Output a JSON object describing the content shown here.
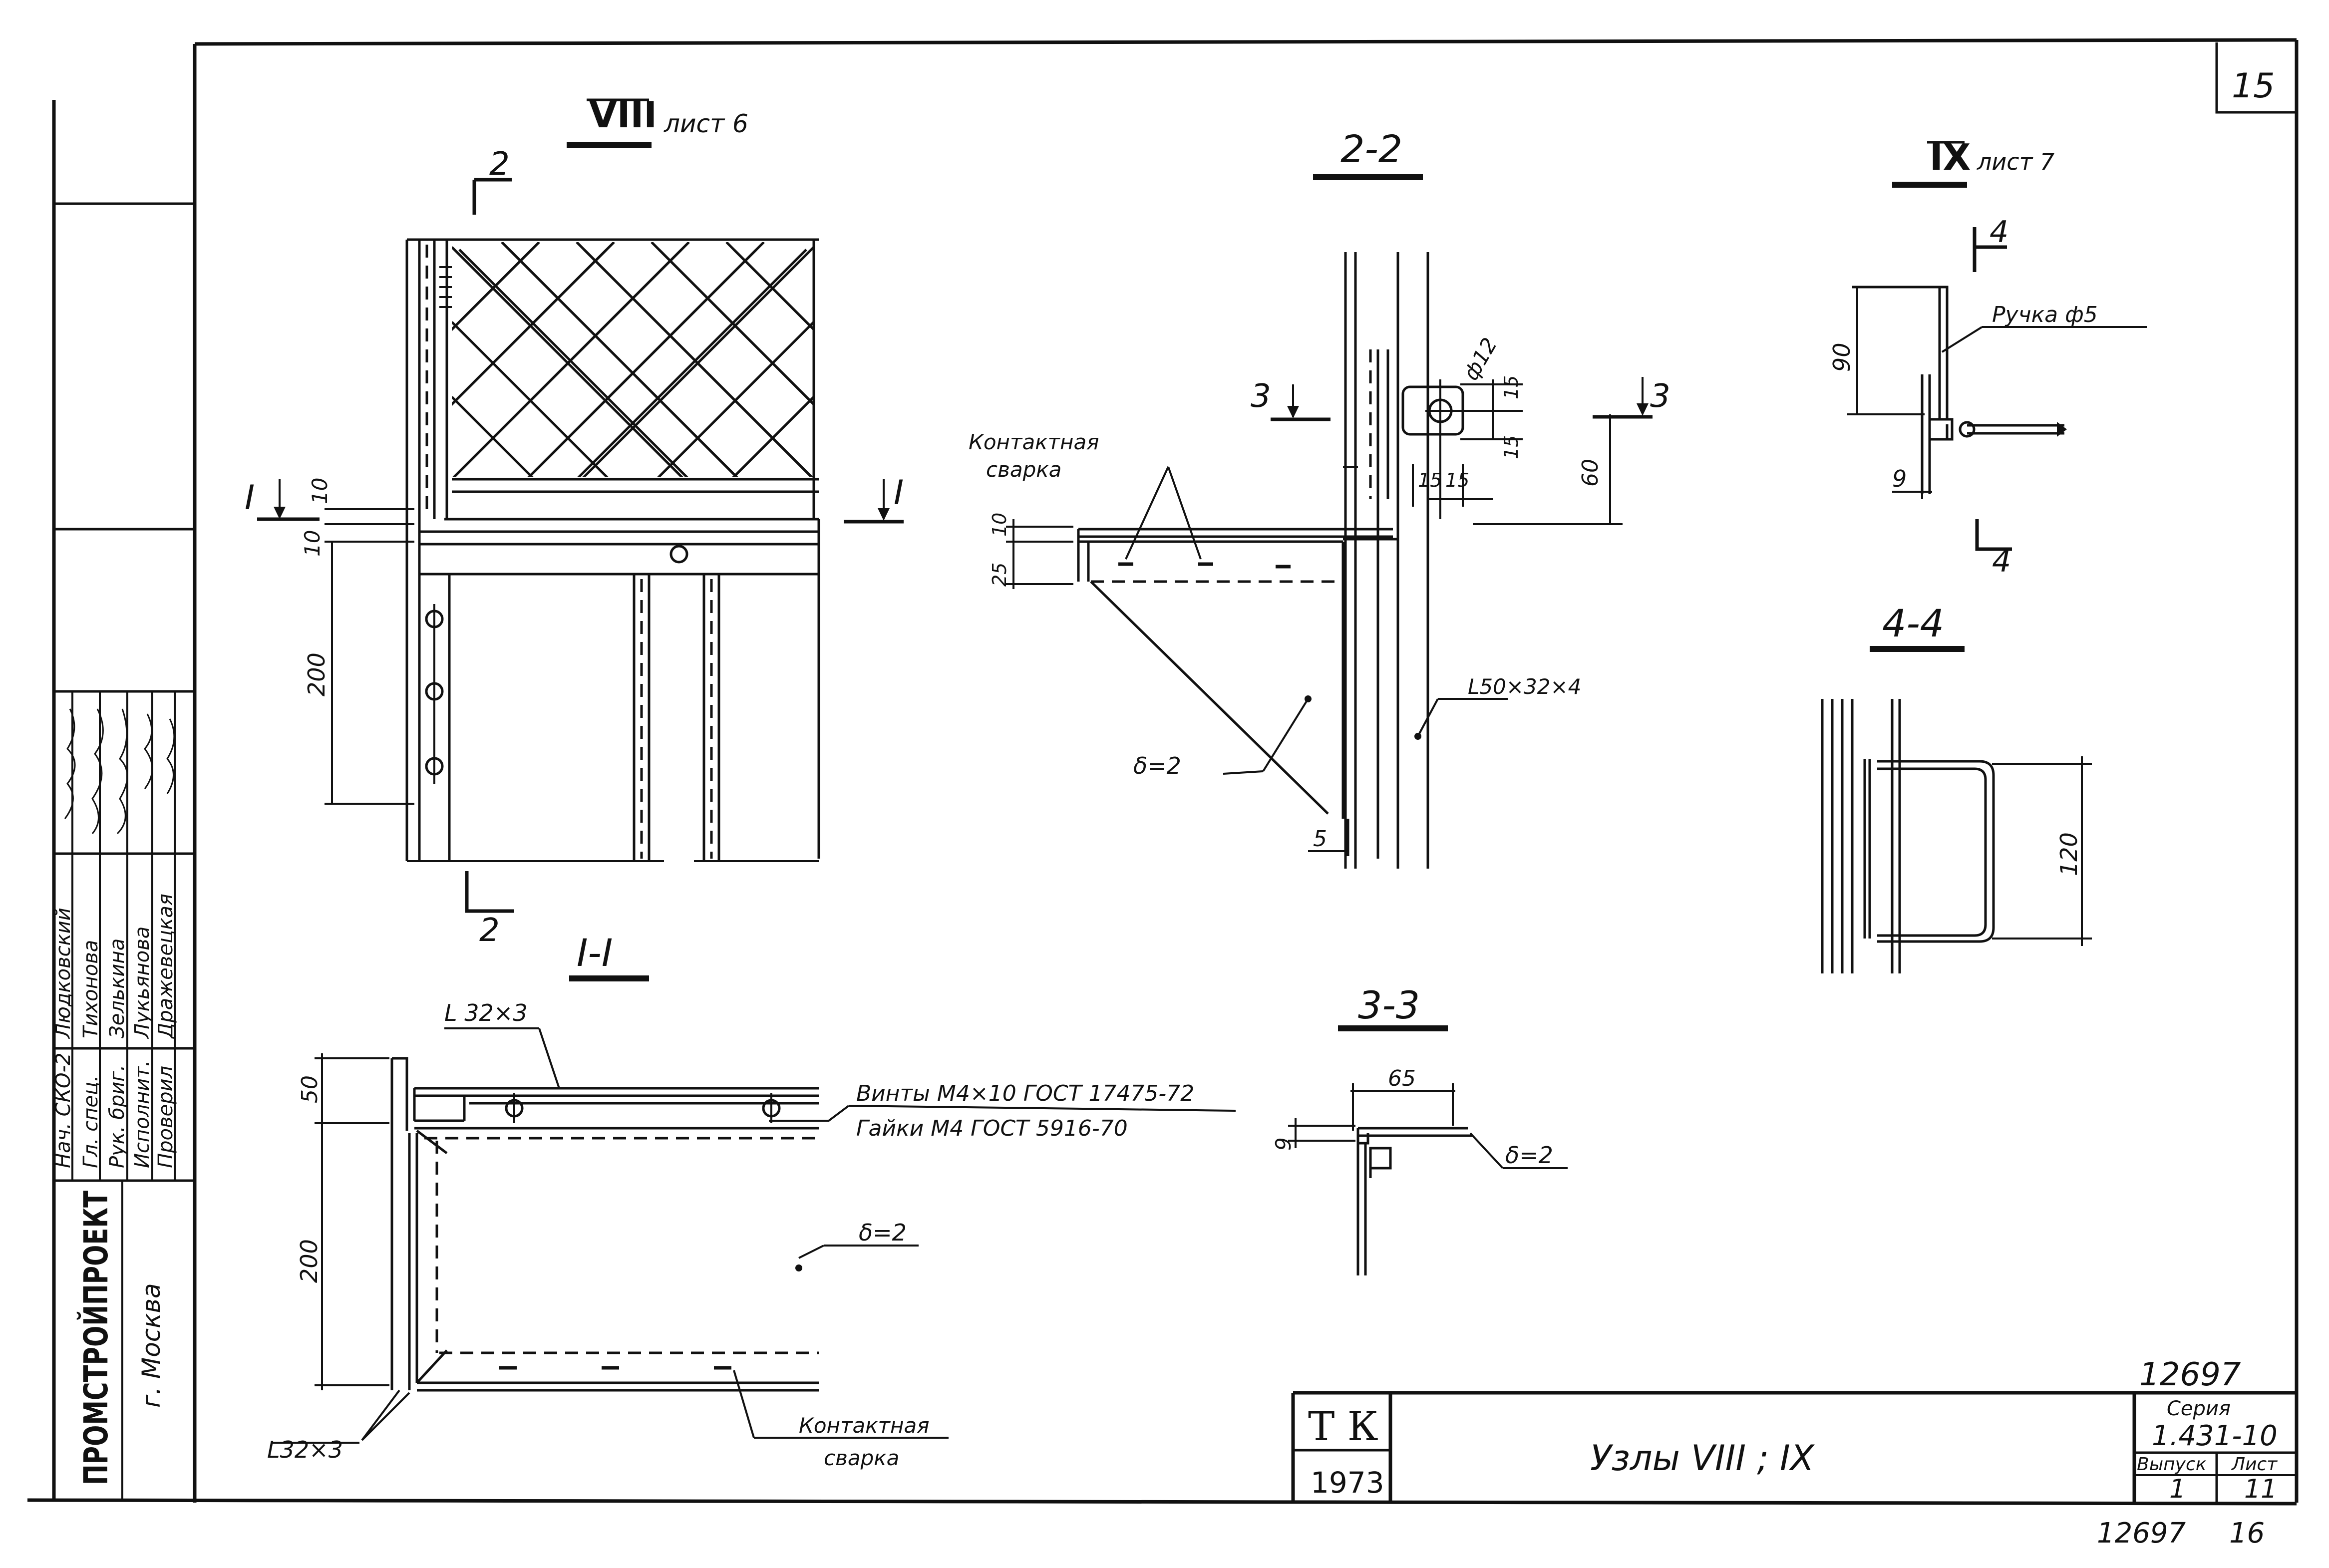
{
  "sheet_number": "15",
  "bottom_number": "12697",
  "bottom_sheet": "16",
  "views": {
    "viii": {
      "title": "VIII",
      "ref": "лист 6"
    },
    "ix": {
      "title": "IX",
      "ref": "лист 7"
    },
    "s11": {
      "title": "I-I"
    },
    "s22": {
      "title": "2-2"
    },
    "s33": {
      "title": "3-3"
    },
    "s44": {
      "title": "4-4"
    }
  },
  "cut_marks": {
    "two_top": "2",
    "two_bottom": "2",
    "one_left": "I",
    "one_right": "I",
    "three_left": "3",
    "three_right": "3",
    "four_top": "4",
    "four_bottom": "4"
  },
  "dimensions": {
    "viii_10a": "10",
    "viii_10b": "10",
    "viii_200": "200",
    "s22_d12": "ф12",
    "s22_15a": "15",
    "s22_15b": "15",
    "s22_15c": "15",
    "s22_15d": "15",
    "s22_60": "60",
    "s22_10": "10",
    "s22_25": "25",
    "s22_5": "5",
    "ix_90": "90",
    "ix_9": "9",
    "s44_120": "120",
    "s11_50": "50",
    "s11_200": "200",
    "s33_65": "65",
    "s33_9": "9"
  },
  "annotations": {
    "contact_weld_1": "Контактная",
    "contact_weld_2": "сварка",
    "angle_50": "L50×32×4",
    "delta2": "δ=2",
    "handle": "Ручка ф5",
    "angle_32_top": "L 32×3",
    "angle_32_bottom": "L32×3",
    "screws": "Винты М4×10 ГОСТ 17475-72",
    "nuts": "Гайки М4 ГОСТ 5916-70",
    "delta2_b": "δ=2",
    "delta2_c": "δ=2",
    "contact_weld_b1": "Контактная",
    "contact_weld_b2": "сварка"
  },
  "side_stamp": {
    "organization": "ПРОМСТРОЙПРОЕКТ",
    "city": "г. Москва",
    "roles": [
      "Нач. СКО-2",
      "Гл. спец.",
      "Рук. бриг.",
      "Исполнит.",
      "Проверил"
    ],
    "names": [
      "Людковский",
      "Тихонова",
      "Зелькина",
      "Лукьянова",
      "Дражевецкая"
    ]
  },
  "title_block": {
    "tk_label": "Т К",
    "year": "1973",
    "drawing_title": "Узлы VIII ; IX",
    "doc_number": "12697",
    "series_label": "Серия",
    "series_value": "1.431-10",
    "issue_label": "Выпуск",
    "sheet_label": "Лист",
    "issue_value": "1",
    "sheet_value": "11"
  }
}
